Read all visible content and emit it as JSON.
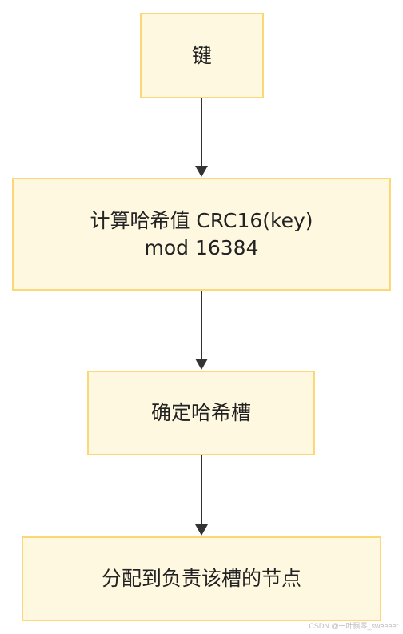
{
  "nodes": {
    "key": "键",
    "compute_hash": "计算哈希值 CRC16(key)\nmod 16384",
    "determine_slot": "确定哈希槽",
    "assign_node": "分配到负责该槽的节点"
  },
  "watermark": "CSDN @一叶飘零_sweeeet",
  "colors": {
    "box_fill": "#fff8e1",
    "box_border": "#fbd775",
    "arrow": "#333333"
  }
}
